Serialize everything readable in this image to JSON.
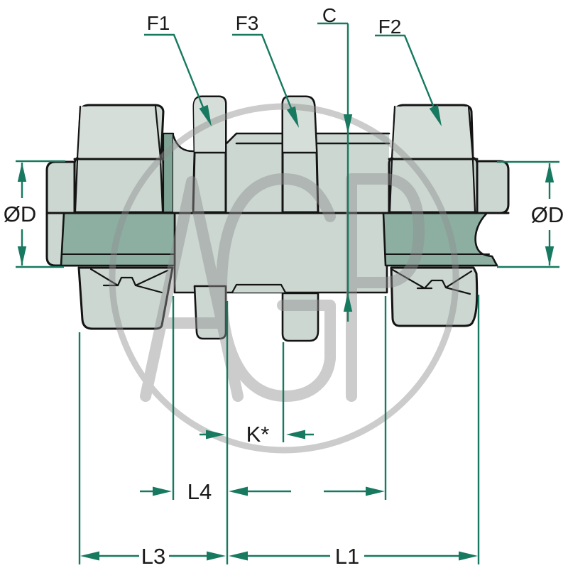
{
  "drawing": {
    "kind": "technical-dimension-drawing",
    "subject": "straight bulkhead tube fitting, side elevation with dimension callouts",
    "watermark_text": "AGP",
    "callouts": {
      "f1": "F1",
      "f3": "F3",
      "c": "C",
      "f2": "F2"
    },
    "dimensions": {
      "od_left": "ØD",
      "od_right": "ØD",
      "k": "K*",
      "l4": "L4",
      "l3": "L3",
      "l1": "L1"
    },
    "colors": {
      "dimension_green": "#17795F",
      "outline_black": "#141414",
      "body_light": "#CCD7D1",
      "body_lighter": "#D5DED9",
      "shading_dark": "#8CAFA2",
      "step_dark": "#7FA496",
      "watermark_grey": "#CFCFCF",
      "background": "#FFFFFF"
    }
  }
}
